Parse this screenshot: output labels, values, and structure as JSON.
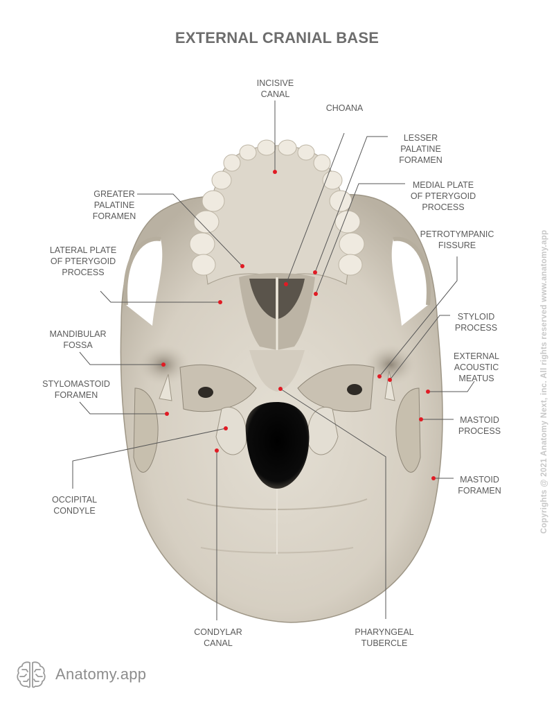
{
  "title": "EXTERNAL CRANIAL BASE",
  "labels": {
    "incisive_canal": "INCISIVE\nCANAL",
    "choana": "CHOANA",
    "lesser_palatine_foramen": "LESSER\nPALATINE\nFORAMEN",
    "medial_plate": "MEDIAL PLATE\nOF PTERYGOID\nPROCESS",
    "petrotympanic_fissure": "PETROTYMPANIC\nFISSURE",
    "styloid_process": "STYLOID\nPROCESS",
    "external_acoustic_meatus": "EXTERNAL\nACOUSTIC\nMEATUS",
    "mastoid_process": "MASTOID\nPROCESS",
    "mastoid_foramen": "MASTOID\nFORAMEN",
    "greater_palatine_foramen": "GREATER\nPALATINE\nFORAMEN",
    "lateral_plate": "LATERAL PLATE\nOF PTERYGOID\nPROCESS",
    "mandibular_fossa": "MANDIBULAR\nFOSSA",
    "stylomastoid_foramen": "STYLOMASTOID\nFORAMEN",
    "occipital_condyle": "OCCIPITAL\nCONDYLE",
    "condylar_canal": "CONDYLAR\nCANAL",
    "pharyngeal_tubercle": "PHARYNGEAL\nTUBERCLE"
  },
  "copyright": "Copyrights @ 2021 Anatomy Next, inc. All rights reserved www.anatomy.app",
  "brand": {
    "name": "Anatomy.app",
    "icon": "brain-icon"
  },
  "colors": {
    "title": "#6d6d6d",
    "label_text": "#5a5a5a",
    "leader_line": "#555555",
    "marker_dot": "#e01b24",
    "bone": "#d9d3c7",
    "bone_shadow": "#a9a292",
    "foramen_magnum": "#0a0a0a",
    "teeth": "#efeae0"
  }
}
